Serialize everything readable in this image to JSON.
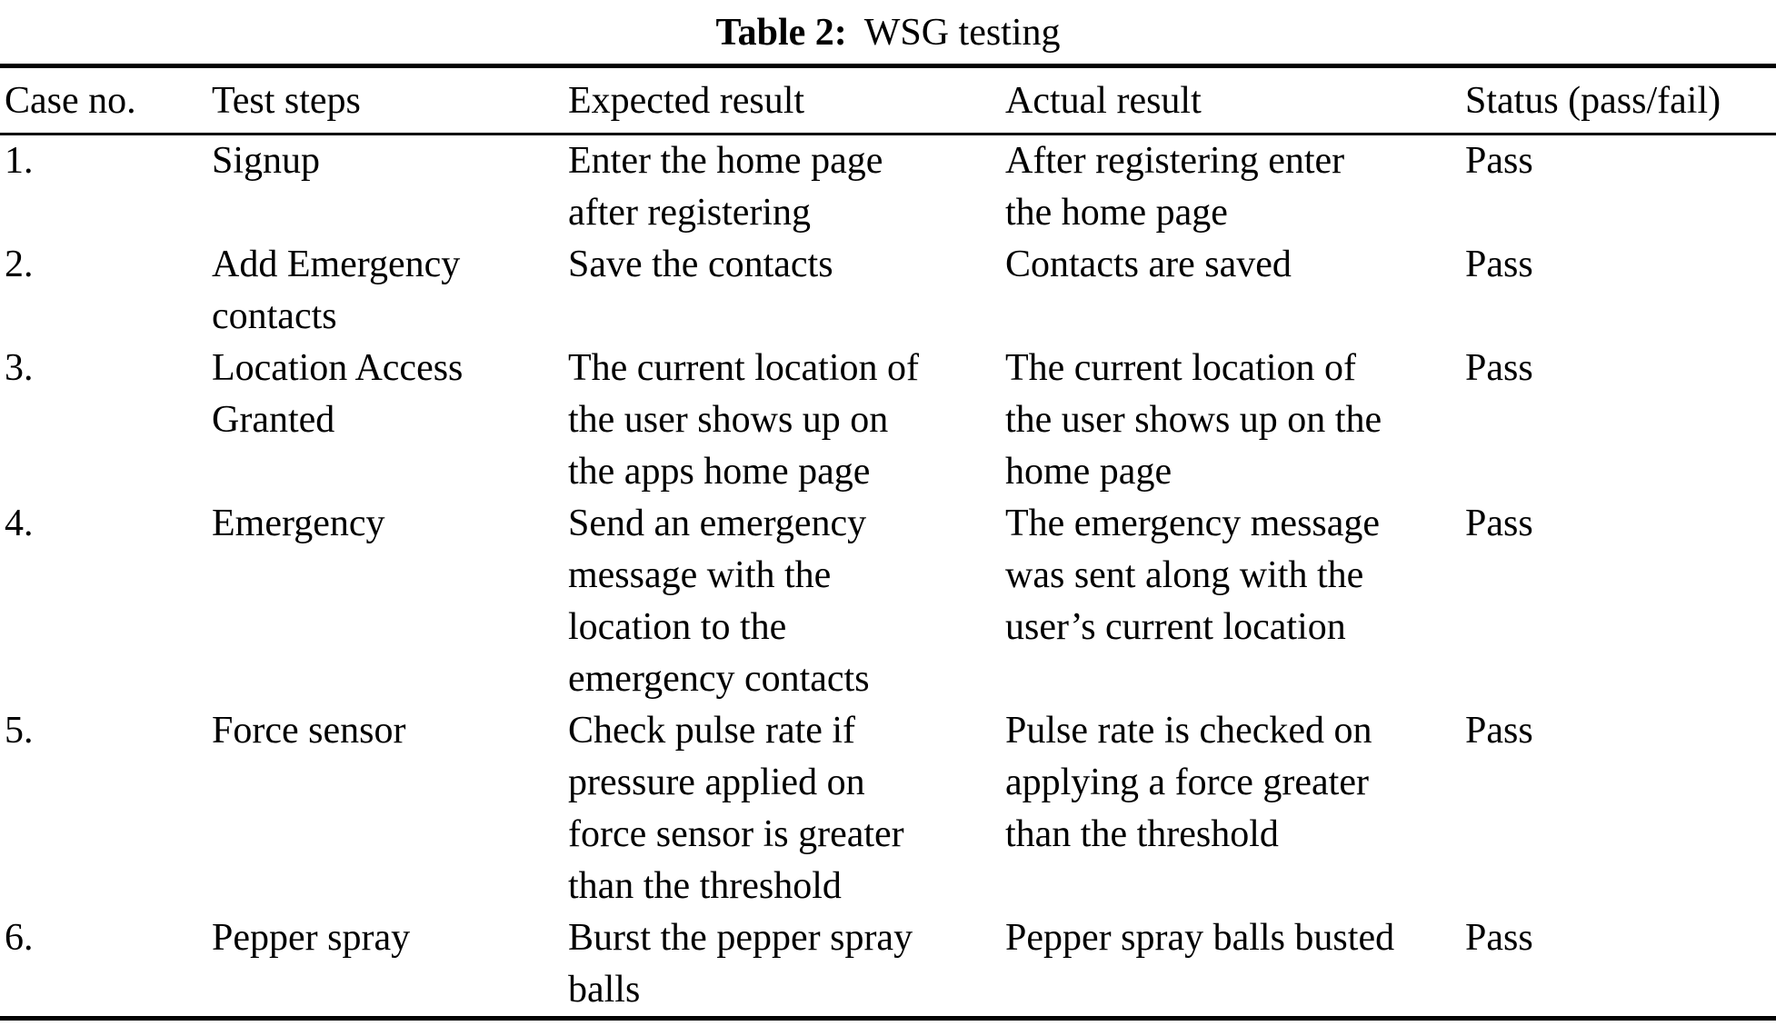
{
  "title": {
    "label": "Table 2:",
    "text": "WSG testing"
  },
  "table": {
    "headers": [
      "Case no.",
      "Test steps",
      "Expected result",
      "Actual result",
      "Status (pass/fail)"
    ],
    "rows": [
      {
        "case_no": "1.",
        "test_steps": "Signup",
        "expected": "Enter the home page\nafter registering",
        "actual": "After registering enter\nthe home page",
        "status": "Pass"
      },
      {
        "case_no": "2.",
        "test_steps": "Add Emergency\ncontacts",
        "expected": "Save the contacts",
        "actual": "Contacts are saved",
        "status": "Pass"
      },
      {
        "case_no": "3.",
        "test_steps": "Location Access\nGranted",
        "expected": "The current location of\nthe user shows up on\nthe apps home page",
        "actual": "The current location of\nthe user shows up on the\nhome page",
        "status": "Pass"
      },
      {
        "case_no": "4.",
        "test_steps": "Emergency",
        "expected": "Send an emergency\nmessage with the\nlocation to the\nemergency contacts",
        "actual": "The emergency message\nwas sent along with the\nuser’s current location",
        "status": "Pass"
      },
      {
        "case_no": "5.",
        "test_steps": "Force sensor",
        "expected": "Check pulse rate if\npressure applied on\nforce sensor is greater\nthan the threshold",
        "actual": "Pulse rate is checked on\napplying a force greater\nthan the threshold",
        "status": "Pass"
      },
      {
        "case_no": "6.",
        "test_steps": "Pepper spray",
        "expected": "Burst the pepper spray\nballs",
        "actual": "Pepper spray balls busted",
        "status": "Pass"
      }
    ]
  }
}
